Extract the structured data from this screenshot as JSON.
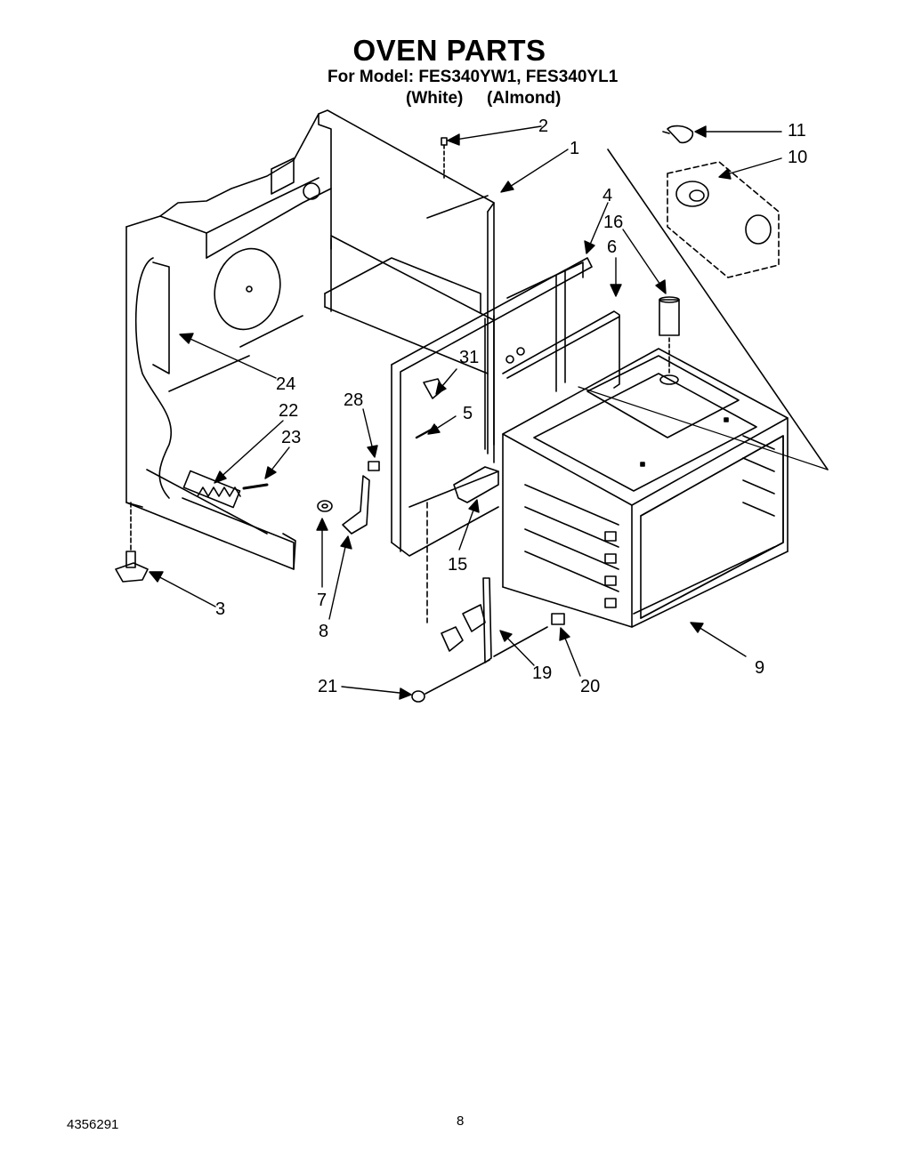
{
  "header": {
    "title": "OVEN PARTS",
    "model_line": "For Model: FES340YW1, FES340YL1",
    "variant_white": "(White)",
    "variant_almond": "(Almond)"
  },
  "callouts": {
    "p1": "1",
    "p2": "2",
    "p3": "3",
    "p4": "4",
    "p5": "5",
    "p6": "6",
    "p7": "7",
    "p8": "8",
    "p9": "9",
    "p10": "10",
    "p11": "11",
    "p15": "15",
    "p16": "16",
    "p19": "19",
    "p20": "20",
    "p21": "21",
    "p22": "22",
    "p23": "23",
    "p24": "24",
    "p28": "28",
    "p31": "31"
  },
  "footer": {
    "doc_number": "4356291",
    "page_number": "8"
  }
}
